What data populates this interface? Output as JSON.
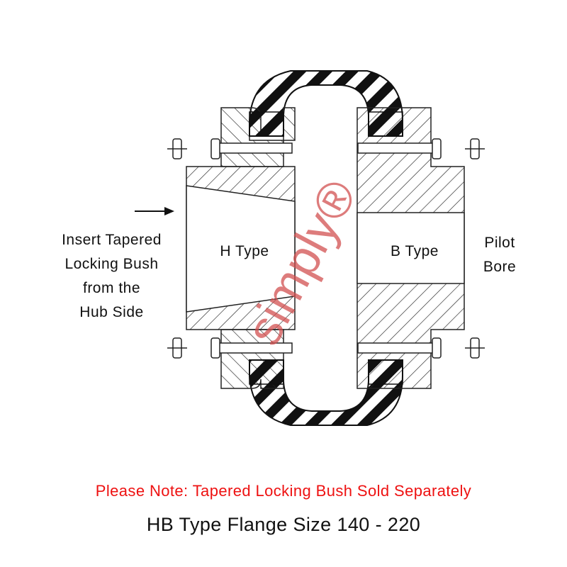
{
  "diagram": {
    "left_instruction": [
      "Insert Tapered",
      "Locking Bush",
      "from the",
      "Hub Side"
    ],
    "h_type_label": "H Type",
    "b_type_label": "B Type",
    "right_label": [
      "Pilot",
      "Bore"
    ],
    "watermark": "simply®",
    "arrow": "right-arrow-icon"
  },
  "footer": {
    "note": "Please Note: Tapered Locking Bush Sold Separately",
    "title": "HB Type Flange Size 140 - 220"
  },
  "colors": {
    "note": "#ee1111",
    "text": "#111111",
    "watermark": "#d25050"
  }
}
